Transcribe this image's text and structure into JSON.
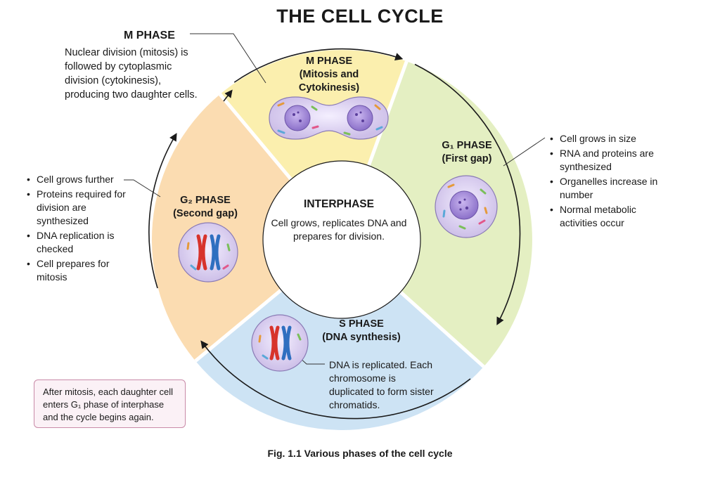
{
  "title": "THE CELL CYCLE",
  "m_phase_callout": {
    "heading": "M PHASE",
    "description": "Nuclear division (mitosis) is followed by cytoplasmic division (cytokinesis), producing two daughter cells."
  },
  "ring": {
    "m_phase": {
      "title": "M PHASE",
      "subtitle": "(Mitosis and Cytokinesis)",
      "color": "#fbefae"
    },
    "g1_phase": {
      "title": "G₁ PHASE",
      "subtitle": "(First gap)",
      "color": "#e4efc2"
    },
    "s_phase": {
      "title": "S PHASE",
      "subtitle": "(DNA synthesis)",
      "color": "#cde3f4"
    },
    "g2_phase": {
      "title": "G₂ PHASE",
      "subtitle": "(Second gap)",
      "color": "#fbdcb1"
    }
  },
  "interphase": {
    "title": "INTERPHASE",
    "description": "Cell grows, replicates DNA and prepares for division."
  },
  "g1_notes": [
    "Cell grows in size",
    "RNA and proteins are synthesized",
    "Organelles increase in number",
    "Normal metabolic activities occur"
  ],
  "g2_notes": [
    "Cell grows further",
    "Proteins required for division are synthesized",
    "DNA replication is checked",
    "Cell prepares for mitosis"
  ],
  "s_note": "DNA is replicated. Each chromosome is duplicated to form sister chromatids.",
  "reentry_note": "After mitosis, each daughter cell enters G₁ phase of interphase and the cycle begins again.",
  "caption": "Fig. 1.1  Various phases of the cell cycle",
  "colors": {
    "ring_outline": "#1a1a1a",
    "chromosome_red": "#d7332c",
    "chromosome_blue": "#2f6fc0",
    "cell_purple": "#a08ed0"
  }
}
